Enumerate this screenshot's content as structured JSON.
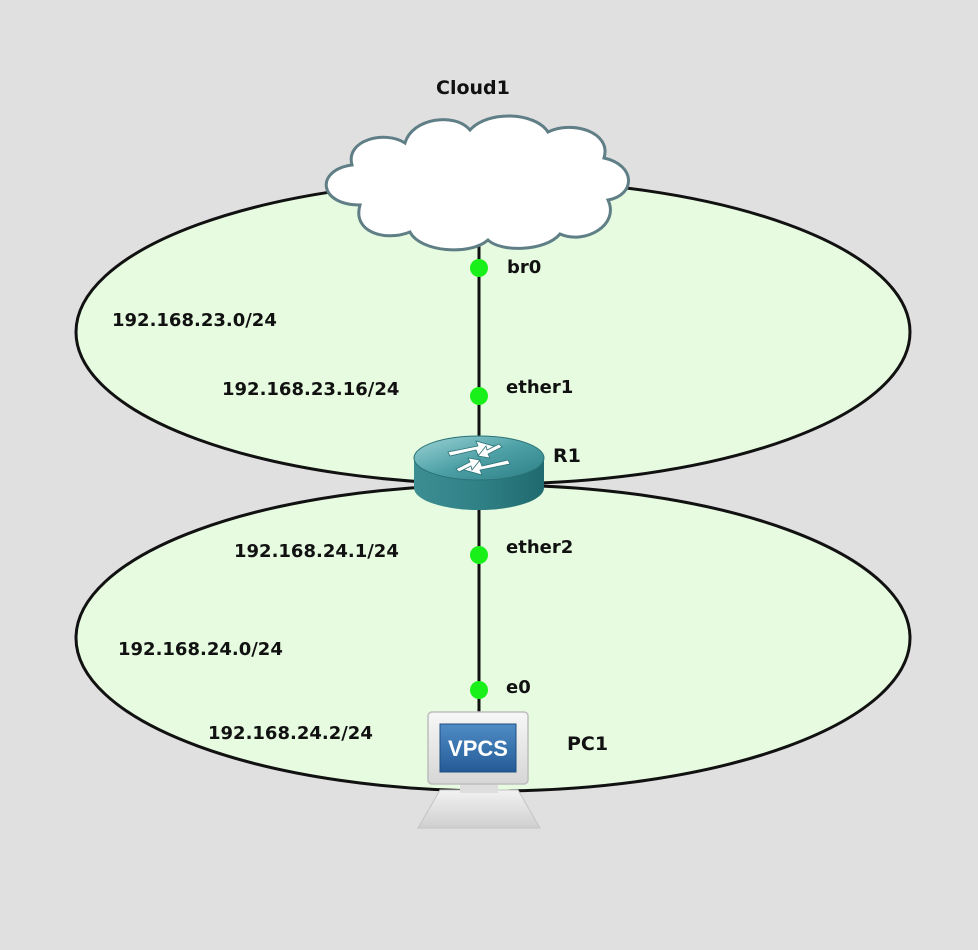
{
  "nodes": {
    "cloud": {
      "name": "Cloud1"
    },
    "router": {
      "name": "R1"
    },
    "pc": {
      "name": "PC1",
      "screen_text": "VPCS"
    }
  },
  "interfaces": {
    "br0": "br0",
    "ether1": "ether1",
    "ether2": "ether2",
    "e0": "e0"
  },
  "networks": {
    "upper": {
      "subnet": "192.168.23.0/24",
      "router_ip": "192.168.23.16/24"
    },
    "lower": {
      "subnet": "192.168.24.0/24",
      "router_ip": "192.168.24.1/24",
      "pc_ip": "192.168.24.2/24"
    }
  },
  "colors": {
    "background": "#e0e0e0",
    "zone_fill": "#e6fbe0",
    "link": "#111111",
    "port_dot": "#19f019",
    "router": "#2f8a8f",
    "cloud_outline": "#5f7e86",
    "vpcs_screen": "#2f6fb0"
  }
}
